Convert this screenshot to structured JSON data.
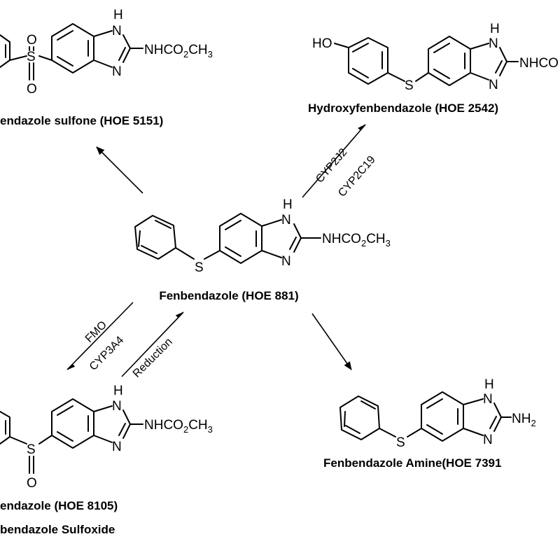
{
  "compounds": {
    "center": {
      "name": "Fenbendazole (HOE 881)",
      "substituent": "NHCO2CH3",
      "sulfur": "S",
      "nh": "H",
      "n": "N",
      "n1": "N"
    },
    "sulfone": {
      "name": "endazole sulfone (HOE 5151)",
      "substituent": "NHCO2CH3",
      "sulfur": "S",
      "o": "O",
      "nh": "H",
      "n": "N",
      "n1": "N"
    },
    "hydroxy": {
      "name": "Hydroxyfenbendazole (HOE 2542)",
      "substituent": "NHCO",
      "hydroxyl": "HO",
      "sulfur": "S",
      "nh": "H",
      "n": "N",
      "n1": "N"
    },
    "sulfoxide": {
      "name_line1": "endazole (HOE 8105)",
      "name_line2": "bendazole Sulfoxide",
      "substituent": "NHCO2CH3",
      "sulfur": "S",
      "o": "O",
      "nh": "H",
      "n": "N",
      "n1": "N"
    },
    "amine": {
      "name": "Fenbendazole Amine(HOE 7391",
      "substituent": "NH2",
      "sulfur": "S",
      "nh": "H",
      "n": "N",
      "n1": "N"
    }
  },
  "enzymes": {
    "hydroxylation": [
      "CYP2J2",
      "CYP2C19"
    ],
    "oxidation": [
      "FMO",
      "CYP3A4"
    ],
    "reduction": "Reduction"
  }
}
